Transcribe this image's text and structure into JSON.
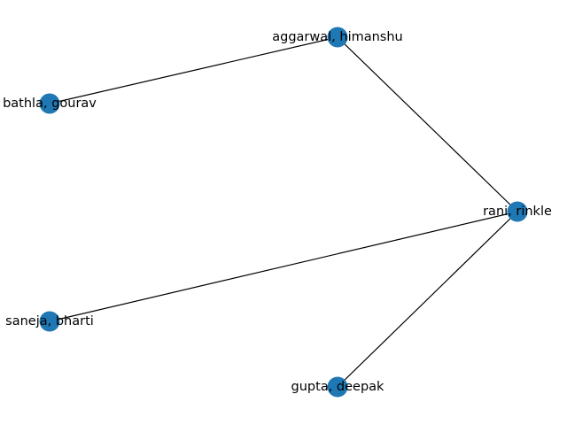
{
  "graph": {
    "node_color": "#1f77b4",
    "edge_color": "#000000",
    "label_color": "#000000",
    "nodes": [
      {
        "id": "aggarwal",
        "label": "aggarwal, himanshu"
      },
      {
        "id": "bathla",
        "label": "bathla, gourav"
      },
      {
        "id": "rani",
        "label": "rani, rinkle"
      },
      {
        "id": "saneja",
        "label": "saneja, bharti"
      },
      {
        "id": "gupta",
        "label": "gupta, deepak"
      }
    ],
    "edges": [
      {
        "source": "bathla",
        "target": "aggarwal"
      },
      {
        "source": "aggarwal",
        "target": "rani"
      },
      {
        "source": "saneja",
        "target": "rani"
      },
      {
        "source": "gupta",
        "target": "rani"
      }
    ]
  }
}
